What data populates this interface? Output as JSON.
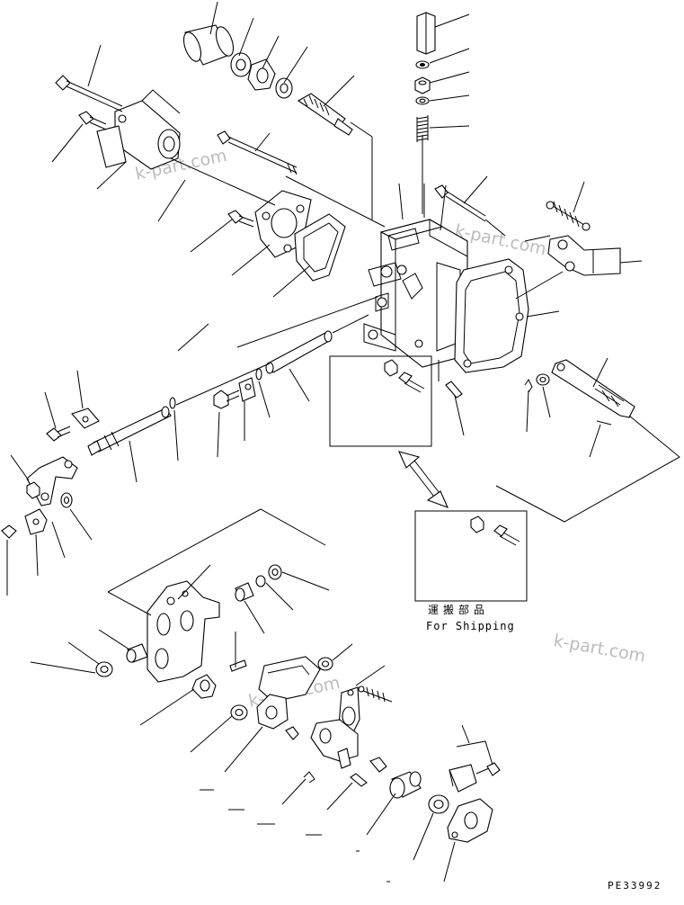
{
  "watermarks": [
    "k-part.com",
    "k-part.com",
    "k-part.com",
    "k-part.com"
  ],
  "shipping_box": {
    "label_jp": "運搬部品",
    "label_en": "For Shipping"
  },
  "drawing_code": "PE33992",
  "colors": {
    "ink": "#000000",
    "paper": "#ffffff",
    "watermark": "#bcbcbc"
  }
}
